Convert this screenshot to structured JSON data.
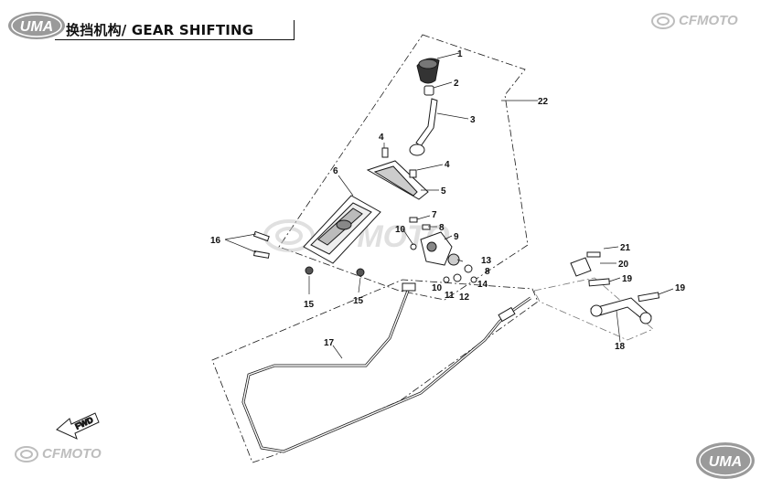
{
  "header": {
    "title": "换挡机构/ GEAR SHIFTING",
    "logo_text": "UMA"
  },
  "brand": {
    "top_right": "CFMOTO",
    "bottom_left": "CFMOTO",
    "bottom_right_logo": "UMA",
    "watermark": "CFMOTO"
  },
  "direction_label": "FWD",
  "callouts": [
    "1",
    "2",
    "3",
    "22",
    "4",
    "4",
    "5",
    "6",
    "7",
    "8",
    "9",
    "10",
    "16",
    "13",
    "8",
    "14",
    "10",
    "11",
    "12",
    "15",
    "15",
    "21",
    "20",
    "19",
    "19",
    "18",
    "17"
  ],
  "colors": {
    "line": "#1a1a1a",
    "watermark": "#c8c8c8",
    "logo_grey": "#9a9a9a"
  }
}
